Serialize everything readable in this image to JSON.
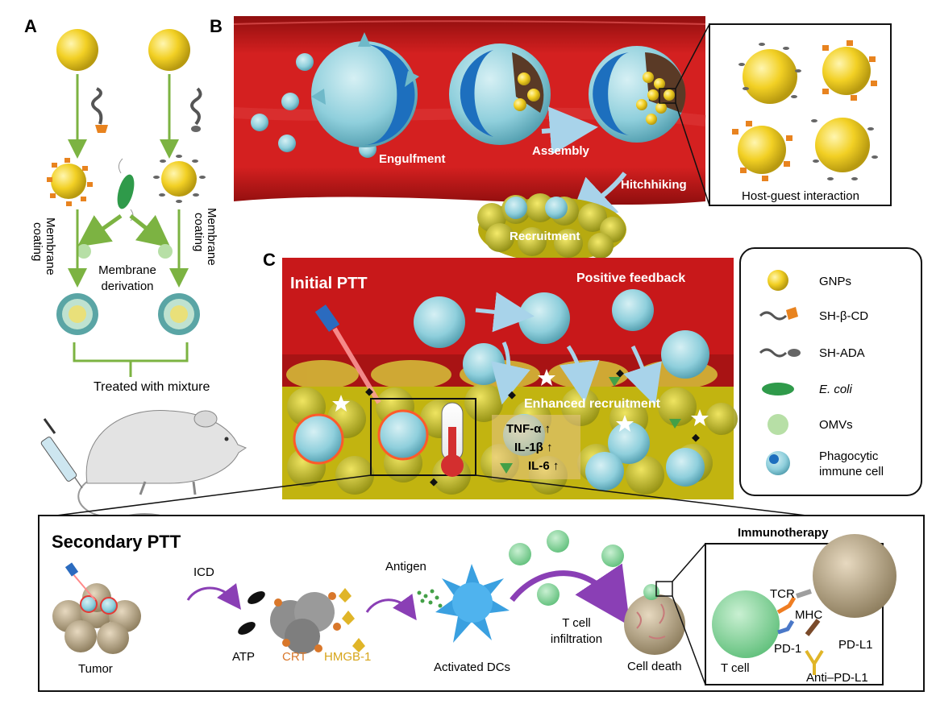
{
  "panels": {
    "a": "A",
    "b": "B",
    "c": "C"
  },
  "panel_a": {
    "membrane_coating_left": [
      "Membrane",
      "coating"
    ],
    "membrane_coating_right": [
      "Membrane",
      "coating"
    ],
    "membrane_derivation": [
      "Membrane",
      "derivation"
    ],
    "treated": "Treated with mixture"
  },
  "panel_b": {
    "engulfment": "Engulfment",
    "assembly": "Assembly",
    "hitchhiking": "Hitchhiking",
    "recruitment": "Recruitment",
    "host_guest": "Host-guest interaction"
  },
  "panel_c": {
    "initial_ptt": "Initial PTT",
    "positive_feedback": "Positive feedback",
    "enhanced_recruitment": "Enhanced recruitment",
    "cytokines": [
      "TNF-α ↑",
      "IL-1β ↑",
      "IL-6 ↑"
    ]
  },
  "legend": {
    "items": [
      {
        "label": "GNPs",
        "icon": "gold-nanoparticle"
      },
      {
        "label": "SH-β-CD",
        "icon": "sh-beta-cd-ligand"
      },
      {
        "label": "SH-ADA",
        "icon": "sh-ada-ligand"
      },
      {
        "label": "E. coli",
        "icon": "e-coli"
      },
      {
        "label": "OMVs",
        "icon": "omv"
      },
      {
        "label": "Phagocytic",
        "label2": "immune cell",
        "icon": "immune-cell"
      }
    ]
  },
  "secondary": {
    "title": "Secondary PTT",
    "tumor": "Tumor",
    "icd": "ICD",
    "atp": "ATP",
    "crt": "CRT",
    "hmgb1": "HMGB-1",
    "antigen": "Antigen",
    "activated_dcs": "Activated DCs",
    "t_cell_infiltration": [
      "T cell",
      "infiltration"
    ],
    "cell_death": "Cell death",
    "immunotherapy": "Immunotherapy",
    "tcr": "TCR",
    "mhc": "MHC",
    "pd1": "PD-1",
    "pdl1": "PD-L1",
    "t_cell": "T cell",
    "anti_pdl1": "Anti–PD-L1"
  },
  "colors": {
    "gold": "#f2d024",
    "vessel_red": "#c81a1a",
    "arrow_green": "#7cb342",
    "cell_blue": "#7ec9d8",
    "crt_orange": "#d9772a",
    "hmgb_gold": "#d7a51a"
  }
}
